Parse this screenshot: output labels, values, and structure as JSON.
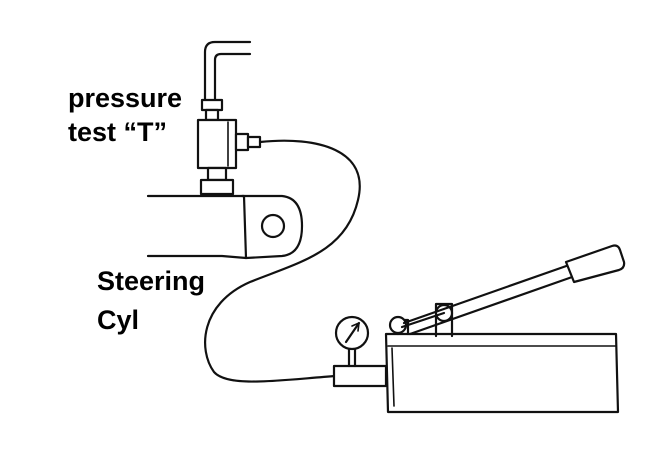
{
  "labels": {
    "pressure_test_line1": "pressure",
    "pressure_test_line2": "test “T”",
    "steering_cyl_line1": "Steering",
    "steering_cyl_line2": "Cyl"
  },
  "colors": {
    "ink": "#111111",
    "background": "#ffffff"
  }
}
